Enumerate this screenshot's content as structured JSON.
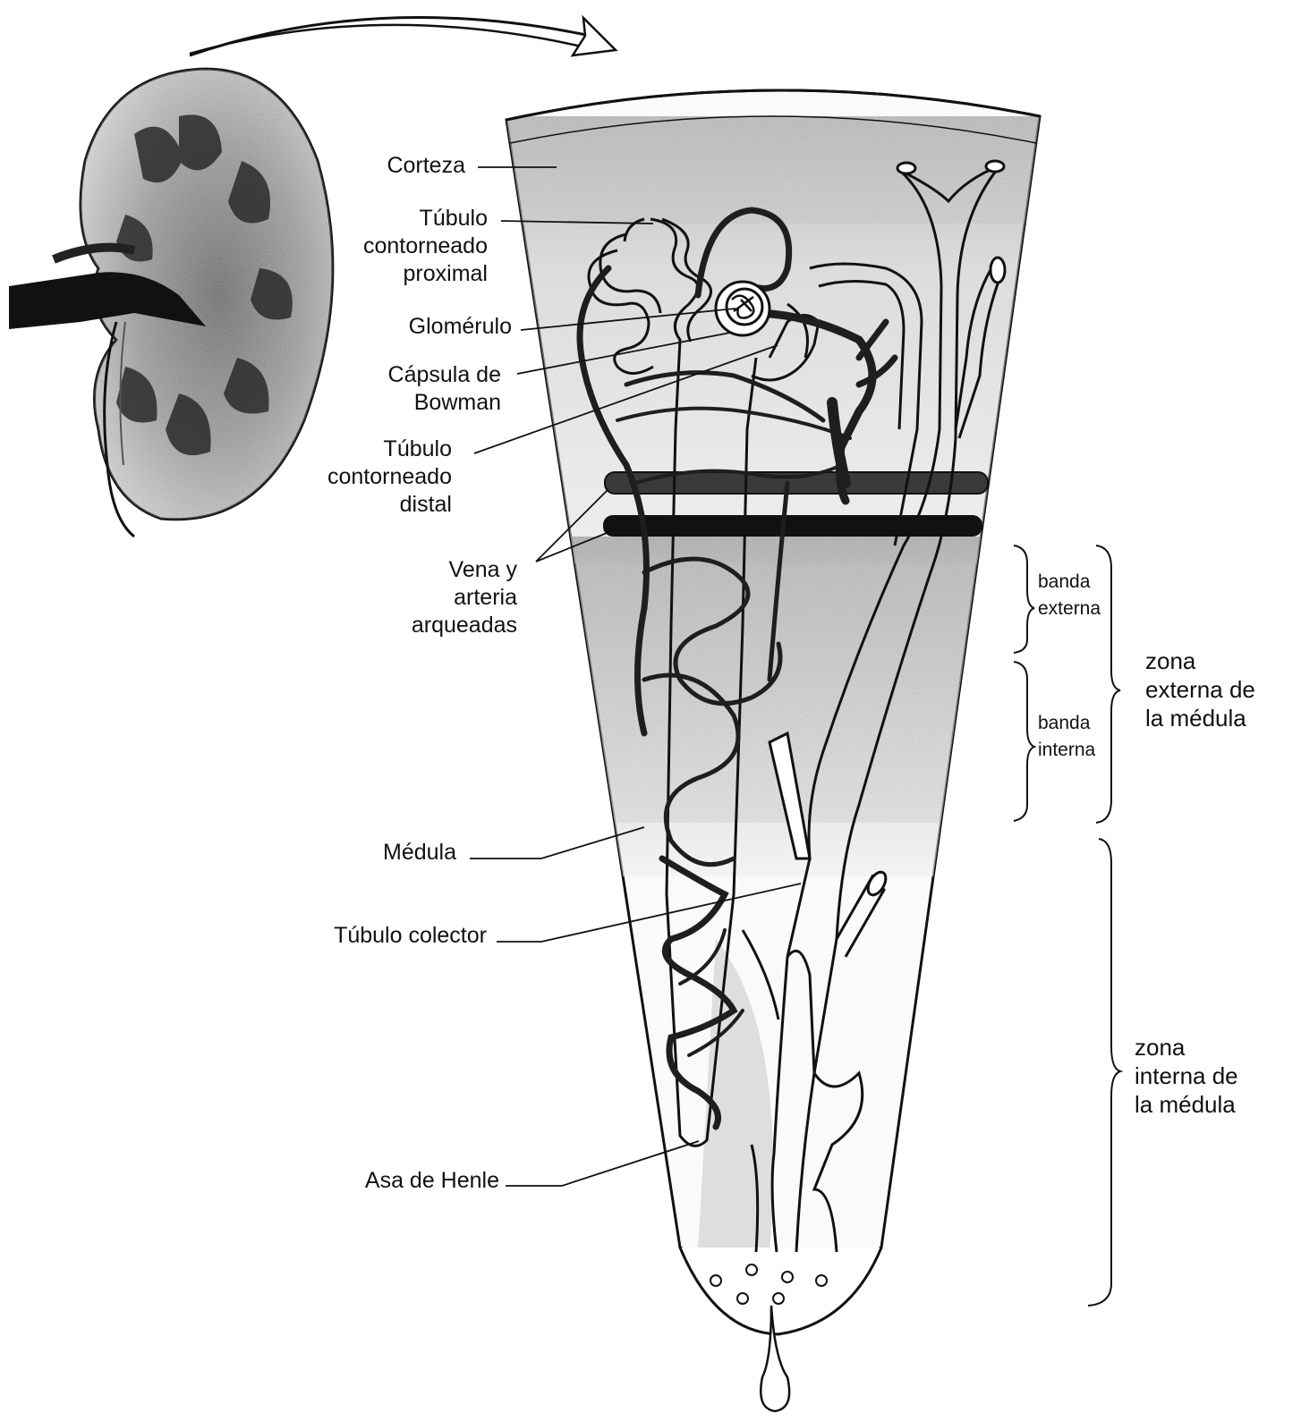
{
  "labels": {
    "corteza": "Corteza",
    "tubulo_proximal": [
      "Túbulo",
      "contorneado",
      "proximal"
    ],
    "glomerulo": "Glomérulo",
    "capsula": [
      "Cápsula de",
      "Bowman"
    ],
    "tubulo_distal": [
      "Túbulo",
      "contorneado",
      "distal"
    ],
    "vena_arteria": [
      "Vena y",
      "arteria",
      "arqueadas"
    ],
    "medula": "Médula",
    "tubulo_colector": "Túbulo colector",
    "asa_henle": "Asa de Henle",
    "banda_externa": [
      "banda",
      "externa"
    ],
    "banda_interna": [
      "banda",
      "interna"
    ],
    "zona_externa": [
      "zona",
      "externa de",
      "la médula"
    ],
    "zona_interna": [
      "zona",
      "interna de",
      "la médula"
    ]
  },
  "colors": {
    "ink": "#111111",
    "cortex_shade": "#9a9a9a",
    "medulla_shade": "#b5b5b5",
    "vessel": "#1e1e1e"
  }
}
